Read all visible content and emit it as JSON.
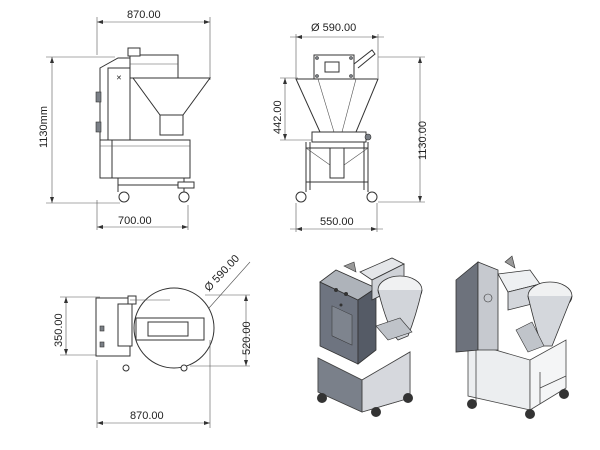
{
  "dimensions": {
    "side_width": "870.00",
    "side_height": "1130mm",
    "side_base": "700.00",
    "front_diameter": "Ø 590.00",
    "front_hopper": "442.00",
    "front_height": "1130.00",
    "front_base": "550.00",
    "top_diameter": "Ø 590.00",
    "top_left": "350.00",
    "top_right": "520.00",
    "top_width": "870.00"
  },
  "colors": {
    "line": "#333333",
    "steel": "#e9e9ea",
    "cabinet": "#6e7480",
    "frame": "#c9ccd2"
  }
}
